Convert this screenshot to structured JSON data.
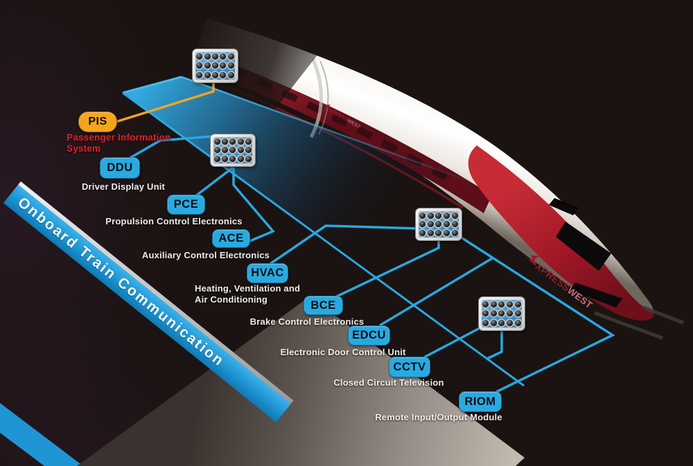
{
  "banner": {
    "title": "Onboard Train Communication"
  },
  "train": {
    "brand_primary": "XPRESS",
    "brand_secondary": "WEST"
  },
  "components": [
    {
      "abbr": "PIS",
      "name": "Passenger Information System"
    },
    {
      "abbr": "DDU",
      "name": "Driver Display Unit"
    },
    {
      "abbr": "PCE",
      "name": "Propulsion Control Electronics"
    },
    {
      "abbr": "ACE",
      "name": "Auxiliary Control Electronics"
    },
    {
      "abbr": "HVAC",
      "name": "Heating, Ventilation and Air Conditioning"
    },
    {
      "abbr": "BCE",
      "name": "Brake Control Electronics"
    },
    {
      "abbr": "EDCU",
      "name": "Electronic Door Control Unit"
    },
    {
      "abbr": "CCTV",
      "name": "Closed Circuit Television"
    },
    {
      "abbr": "RIOM",
      "name": "Remote Input/Output Module"
    }
  ],
  "colors": {
    "accent_blue": "#29A9E1",
    "accent_orange": "#F5A41F",
    "label_red": "#E31E2D",
    "line_blue": "#2BA7DF",
    "train_red": "#9A1B2B"
  }
}
